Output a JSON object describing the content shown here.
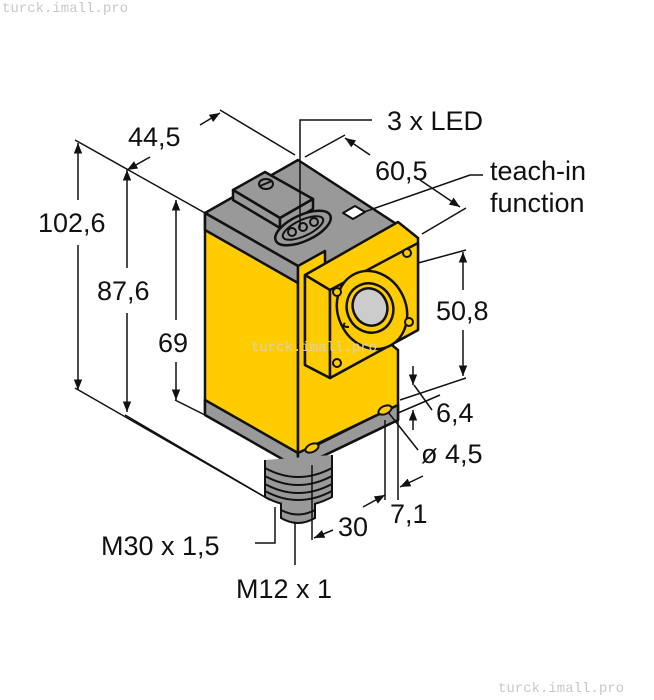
{
  "watermarks": {
    "top_left": "turck.imall.pro",
    "center": "turck.imall.pro",
    "bottom_right": "turck.imall.pro"
  },
  "drawing": {
    "subject": "rectangular photoelectric sensor with M30 x 1,5 threaded base and M12 x 1 connector",
    "colors": {
      "housing_yellow": "#ffcc00",
      "housing_gray": "#999999",
      "lens_gray": "#cccccc",
      "outline": "#111111"
    }
  },
  "dimensions": {
    "height_total": "102,6",
    "height_body": "87,6",
    "height_yellow": "69",
    "width": "44,5",
    "depth": "60,5",
    "lens_height": "50,8",
    "mount_offset": "6,4",
    "hole_diameter": "ø 4,5",
    "hole_spacing": "7,1",
    "thread_offset": "30"
  },
  "labels": {
    "leds": "3 x LED",
    "teach_in_line1": "teach-in",
    "teach_in_line2": "function",
    "thread_large": "M30 x 1,5",
    "thread_small": "M12 x 1"
  }
}
